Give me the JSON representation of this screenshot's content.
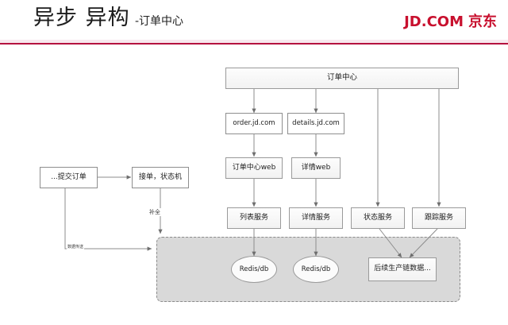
{
  "header": {
    "title_main": "异步 异构",
    "title_sub": "-订单中心",
    "brand_latin": "JD.COM",
    "brand_cn": "京东",
    "brand_color": "#c8102e",
    "rule_color": "#b5123f"
  },
  "diagram": {
    "region_label": "grouped-datastore-region",
    "nodes": {
      "order_center": "订单中心",
      "order_site": "order.jd.com",
      "details_site": "details.jd.com",
      "order_center_web": "订单中心web",
      "details_web": "详情web",
      "list_service": "列表服务",
      "detail_service": "详情服务",
      "status_service": "状态服务",
      "track_service": "跟踪服务",
      "submit_order": "...提交订单",
      "accept_order": "接单，状态机",
      "redis_db_1": "Redis/db",
      "redis_db_2": "Redis/db",
      "downstream_data": "后续生产链数据..."
    },
    "edge_labels": {
      "buquan": "补全",
      "data_send": "数据传送"
    }
  }
}
